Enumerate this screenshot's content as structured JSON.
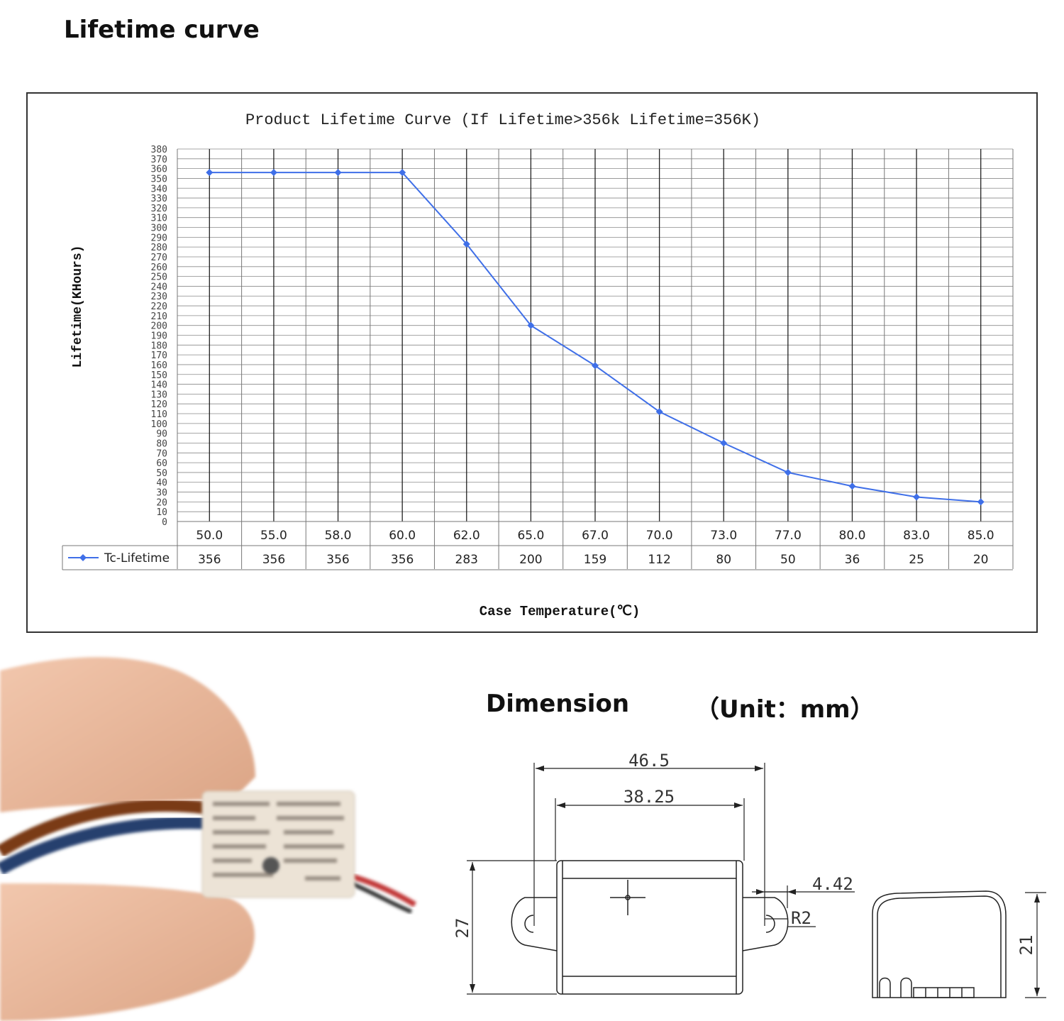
{
  "page": {
    "heading": "Lifetime curve",
    "dimension_title": "Dimension",
    "dimension_unit": "（Unit：mm）"
  },
  "chart_data": {
    "type": "line",
    "title": "Product Lifetime Curve (If Lifetime>356k Lifetime=356K)",
    "xlabel": "Case Temperature(℃)",
    "ylabel": "Lifetime(KHours)",
    "ylim": [
      0,
      380
    ],
    "ytick_step": 10,
    "grid": true,
    "legend_position": "table-left",
    "categories": [
      "50.0",
      "55.0",
      "58.0",
      "60.0",
      "62.0",
      "65.0",
      "67.0",
      "70.0",
      "73.0",
      "77.0",
      "80.0",
      "83.0",
      "85.0"
    ],
    "series": [
      {
        "name": "Tc-Lifetime",
        "values": [
          356,
          356,
          356,
          356,
          283,
          200,
          159,
          112,
          80,
          50,
          36,
          25,
          20
        ],
        "color": "#3f6fe8"
      }
    ]
  },
  "drawing": {
    "dims": {
      "overall_width": "46.5",
      "body_width": "38.25",
      "height": "27",
      "slot_offset": "4.42",
      "slot_radius": "R2",
      "side_height": "21"
    }
  },
  "colors": {
    "series": "#3f6fe8",
    "grid": "#8a8a8a",
    "text": "#111111"
  }
}
